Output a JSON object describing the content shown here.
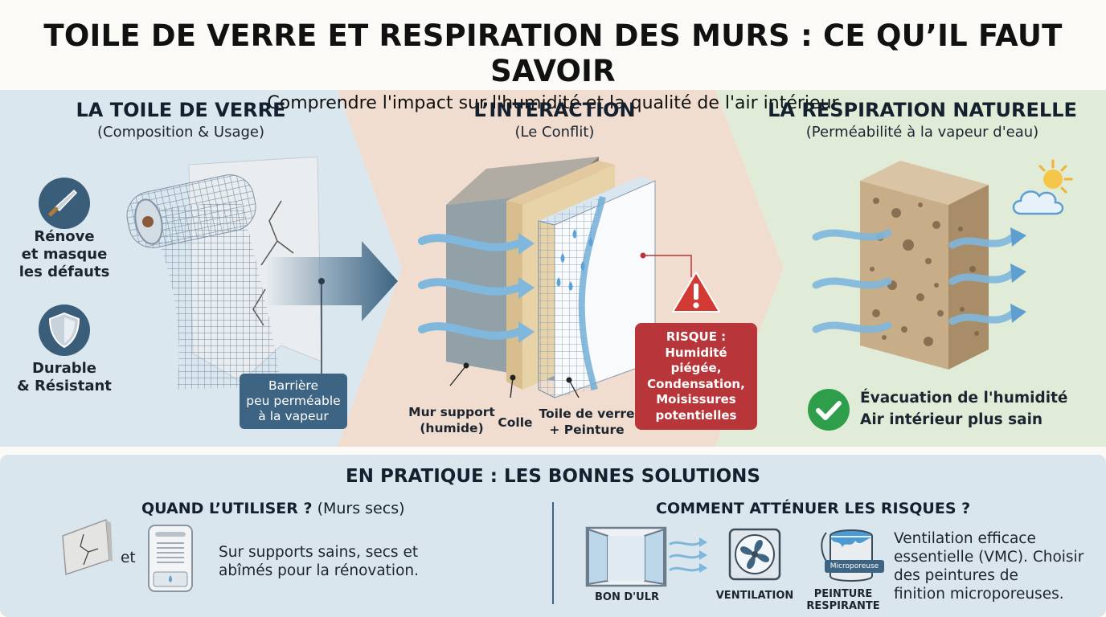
{
  "header": {
    "title": "TOILE DE VERRE ET RESPIRATION DES MURS : CE QU’IL FAUT SAVOIR",
    "subtitle": "Comprendre l'impact sur l'humidité et la qualité de l'air intérieur"
  },
  "panels": {
    "left": {
      "title": "LA TOILE DE VERRE",
      "subtitle": "(Composition & Usage)",
      "benefit1_line1": "Rénove",
      "benefit1_line2": "et masque",
      "benefit1_line3": "les défauts",
      "benefit1_icon": "trowel-icon",
      "benefit2_line1": "Durable",
      "benefit2_line2": "& Résistant",
      "benefit2_icon": "shield-icon",
      "barrier_line1": "Barrière",
      "barrier_line2": "peu perméable",
      "barrier_line3": "à la vapeur"
    },
    "middle": {
      "title": "L’INTERACTION",
      "subtitle": "(Le Conflit)",
      "layer1_line1": "Mur support",
      "layer1_line2": "(humide)",
      "layer2": "Colle",
      "layer3_line1": "Toile de verre",
      "layer3_line2": "+ Peinture",
      "risk_line1": "RISQUE :",
      "risk_line2": "Humidité piégée,",
      "risk_line3": "Condensation,",
      "risk_line4": "Moisissures",
      "risk_line5": "potentielles",
      "warning_icon": "warning-triangle-icon"
    },
    "right": {
      "title": "LA RESPIRATION NATURELLE",
      "subtitle": "(Perméabilité à la vapeur d'eau)",
      "result_line1": "Évacuation de l'humidité",
      "result_line2": "Air intérieur plus sain",
      "check_icon": "check-circle-icon",
      "weather_icon": "sun-cloud-icon"
    }
  },
  "practice": {
    "title": "EN PRATIQUE : LES BONNES SOLUTIONS",
    "when_title": "QUAND L’UTILISER ?",
    "when_sub": "(Murs secs)",
    "and_word": "et",
    "when_text_line1": "Sur supports sains, secs et",
    "when_text_line2": "abîmés pour la rénovation.",
    "how_title": "COMMENT ATTÉNUER LES RISQUES ?",
    "icon1_label": "BON D'ULR",
    "icon2_label": "VENTILATION",
    "icon3_label_line1": "PEINTURE",
    "icon3_label_line2": "RESPIRANTE",
    "paint_badge": "Microporeuse",
    "how_text_line1": "Ventilation efficace",
    "how_text_line2": "essentielle (VMC). Choisir",
    "how_text_line3": "des peintures de",
    "how_text_line4": "finition microporeuses."
  },
  "colors": {
    "left_panel": "#dbe7ef",
    "middle_panel": "#f0ddcf",
    "right_panel": "#e0ecd8",
    "bottom_panel": "#d9e6ee",
    "accent_blue": "#3d6483",
    "risk_red": "#b8363a",
    "check_green": "#2e9e4a"
  }
}
